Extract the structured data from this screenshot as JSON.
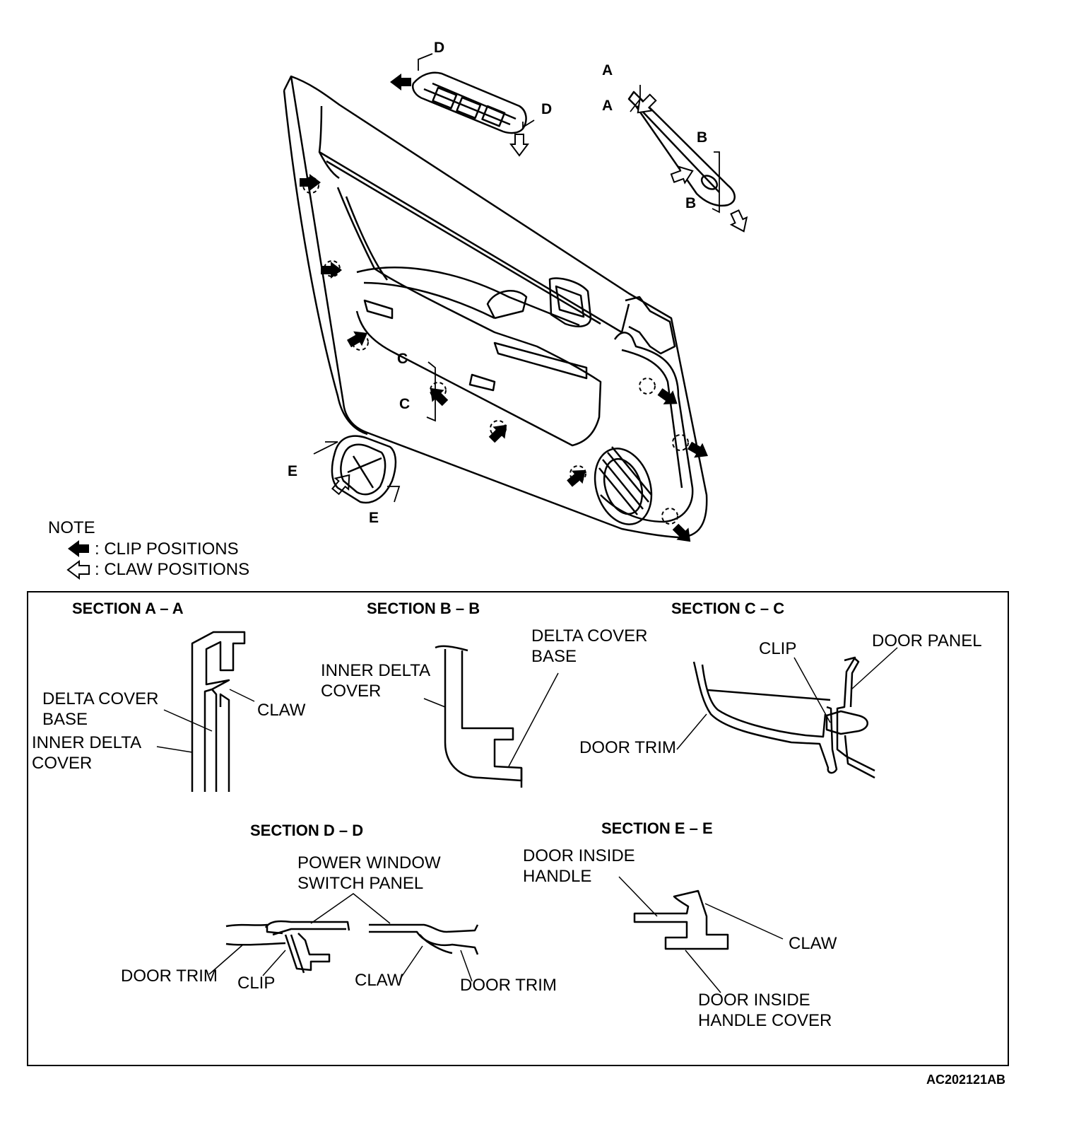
{
  "note": {
    "title": "NOTE",
    "clip_legend": ": CLIP POSITIONS",
    "claw_legend": ": CLAW POSITIONS"
  },
  "callouts": {
    "a_upper": "A",
    "a_lower": "A",
    "b_upper": "B",
    "b_lower": "B",
    "c_upper": "C",
    "c_lower": "C",
    "d_upper": "D",
    "d_lower": "D",
    "e_left": "E",
    "e_right": "E"
  },
  "sections": {
    "aa": {
      "title": "SECTION A – A",
      "delta_cover_base": "DELTA COVER\nBASE",
      "inner_delta_cover": "INNER DELTA\nCOVER",
      "claw": "CLAW"
    },
    "bb": {
      "title": "SECTION B – B",
      "inner_delta_cover": "INNER DELTA\nCOVER",
      "delta_cover_base": "DELTA COVER\nBASE"
    },
    "cc": {
      "title": "SECTION C – C",
      "clip": "CLIP",
      "door_panel": "DOOR PANEL",
      "door_trim": "DOOR TRIM"
    },
    "dd": {
      "title": "SECTION D – D",
      "power_window_switch_panel": "POWER WINDOW\nSWITCH PANEL",
      "door_trim_left": "DOOR TRIM",
      "clip": "CLIP",
      "claw": "CLAW",
      "door_trim_right": "DOOR TRIM"
    },
    "ee": {
      "title": "SECTION E – E",
      "door_inside_handle": "DOOR INSIDE\nHANDLE",
      "claw": "CLAW",
      "door_inside_handle_cover": "DOOR INSIDE\nHANDLE COVER"
    }
  },
  "figure_id": "AC202121AB"
}
